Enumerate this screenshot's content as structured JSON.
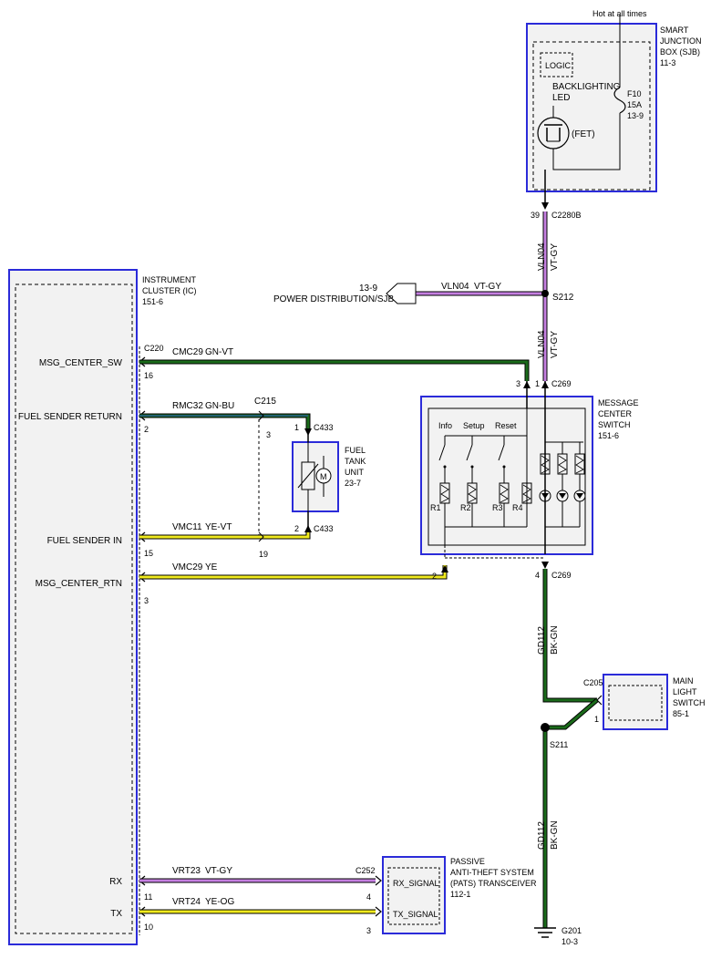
{
  "power": {
    "hot_label": "Hot at all times"
  },
  "sjb": {
    "name_lines": [
      "SMART",
      "JUNCTION",
      "BOX (SJB)",
      "11-3"
    ],
    "logic_label": "LOGIC",
    "led_label_1": "BACKLIGHTING",
    "led_label_2": "LED",
    "fet_label": "(FET)",
    "fuse_lines": [
      "F10",
      "15A",
      "13-9"
    ],
    "pin": "39",
    "connector": "C2280B"
  },
  "wires": {
    "vln04_circuit": "VLN04",
    "vln04_color": "VT-GY",
    "cmc29_circuit": "CMC29",
    "cmc29_color": "GN-VT",
    "rmc32_circuit": "RMC32",
    "rmc32_color": "GN-BU",
    "vmc11_circuit": "VMC11",
    "vmc11_color": "YE-VT",
    "vmc29_circuit": "VMC29",
    "vmc29_color": "YE",
    "gd112_circuit": "GD112",
    "gd112_color": "BK-GN",
    "vrt23_circuit": "VRT23",
    "vrt23_color": "VT-GY",
    "vrt24_circuit": "VRT24",
    "vrt24_color": "YE-OG"
  },
  "power_dist": {
    "page": "13-9",
    "label": "POWER DISTRIBUTION/SJB",
    "splice": "S212"
  },
  "cluster": {
    "name_lines": [
      "INSTRUMENT",
      "CLUSTER (IC)",
      "151-6"
    ],
    "connector": "C220",
    "pins": [
      {
        "signal": "MSG_CENTER_SW",
        "pin": "16"
      },
      {
        "signal": "FUEL SENDER RETURN",
        "pin": "2"
      },
      {
        "signal": "FUEL SENDER IN",
        "pin": "15"
      },
      {
        "signal": "MSG_CENTER_RTN",
        "pin": "3"
      },
      {
        "signal": "RX",
        "pin": "11"
      },
      {
        "signal": "TX",
        "pin": "10"
      }
    ]
  },
  "fuel_tank": {
    "name_lines": [
      "FUEL",
      "TANK",
      "UNIT",
      "23-7"
    ],
    "connector": "C433",
    "pin_top": "1",
    "pin_bottom": "2",
    "motor_label": "M"
  },
  "inline_c215": {
    "connector": "C215",
    "pin_top": "3",
    "pin_bottom": "19"
  },
  "msg_switch": {
    "name_lines": [
      "MESSAGE",
      "CENTER",
      "SWITCH",
      "151-6"
    ],
    "connector": "C269",
    "pin_3": "3",
    "pin_1": "1",
    "pin_2": "2",
    "pin_4": "4",
    "buttons": [
      "Info",
      "Setup",
      "Reset"
    ],
    "resistors": [
      "R1",
      "R2",
      "R3",
      "R4"
    ]
  },
  "main_light": {
    "name_lines": [
      "MAIN",
      "LIGHT",
      "SWITCH",
      "85-1"
    ],
    "connector": "C205",
    "pin": "1"
  },
  "splice_s211": "S211",
  "ground": {
    "name": "G201",
    "page": "10-3"
  },
  "pats": {
    "name_lines": [
      "PASSIVE",
      "ANTI-THEFT SYSTEM",
      "(PATS) TRANSCEIVER",
      "112-1"
    ],
    "connector": "C252",
    "rx_signal": "RX_SIGNAL",
    "tx_signal": "TX_SIGNAL",
    "rx_pin": "4",
    "tx_pin": "3"
  },
  "colors": {
    "box_border": "#2b2bd9",
    "box_fill": "#f2f2f2",
    "violet_gray": "#c57fe0",
    "green": "#1b6b1b",
    "blue": "#2a55c8",
    "yellow": "#f0ea1e",
    "black": "#000000"
  }
}
